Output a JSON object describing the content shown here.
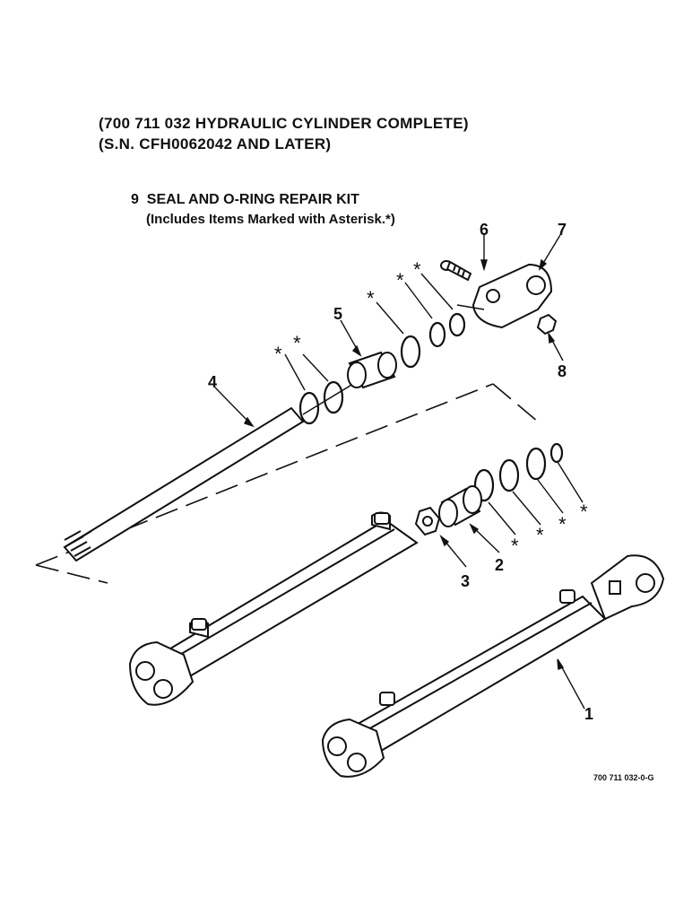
{
  "header": {
    "title_line1": "(700 711 032 HYDRAULIC CYLINDER COMPLETE)",
    "title_line2": "(S.N. CFH0062042 AND LATER)"
  },
  "kit": {
    "number": "9",
    "title": "SEAL AND O-RING REPAIR KIT",
    "note": "(Includes Items Marked with Asterisk.*)"
  },
  "callouts": [
    "1",
    "2",
    "3",
    "4",
    "5",
    "6",
    "7",
    "8"
  ],
  "asterisk": "*",
  "drawing_code": "700 711 032-0-G"
}
